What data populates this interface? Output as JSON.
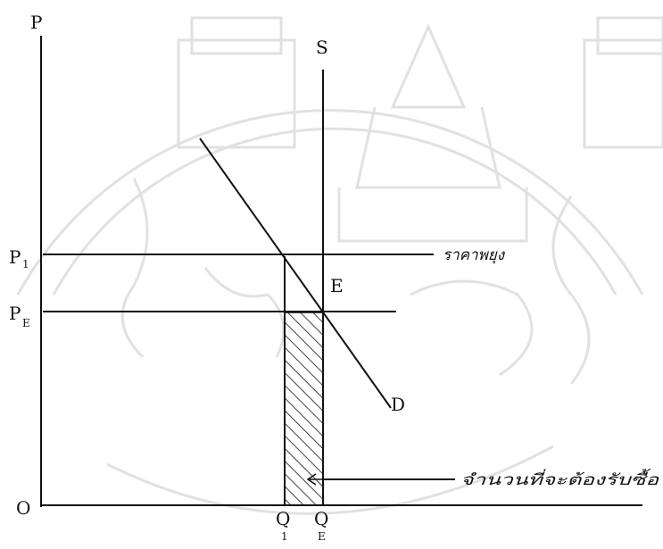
{
  "diagram": {
    "axis_labels": {
      "y_axis": "P",
      "origin": "O"
    },
    "curve_labels": {
      "supply": "S",
      "demand": "D",
      "equilibrium": "E"
    },
    "price_labels": {
      "p1_main": "P",
      "p1_sub": "1",
      "pe_main": "P",
      "pe_sub": "E"
    },
    "quantity_labels": {
      "q1_main": "Q",
      "q1_sub": "1",
      "qe_main": "Q",
      "qe_sub": "E"
    },
    "annotations": {
      "price_floor": "ราคาพยุง",
      "surplus": "จำนวนที่จะต้องรับซื้อ"
    },
    "colors": {
      "ink": "#111111",
      "watermark": "#c9c9c9"
    }
  }
}
